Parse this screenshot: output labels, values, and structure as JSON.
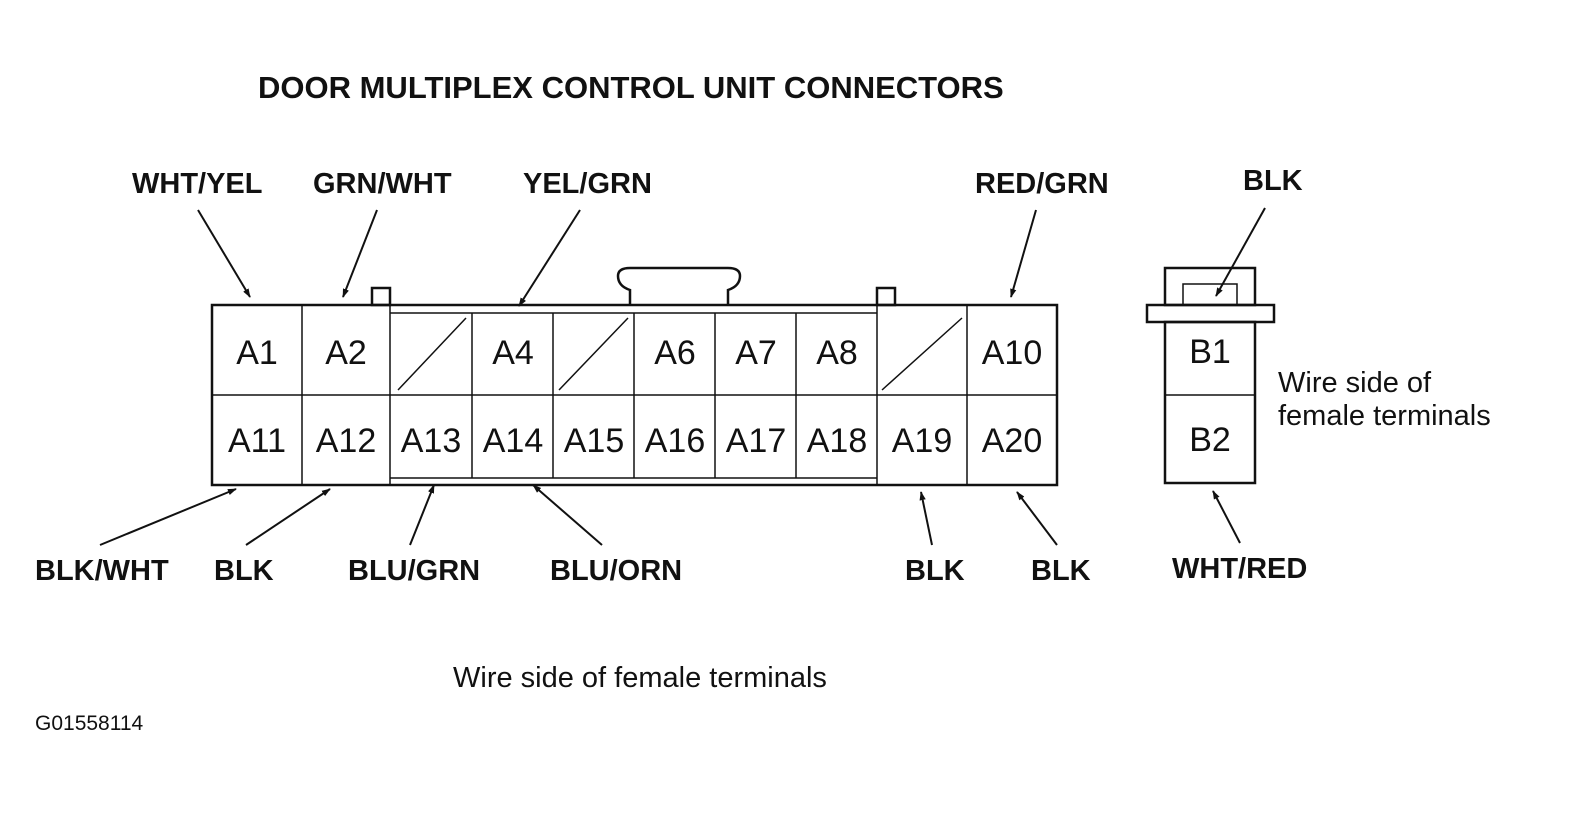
{
  "title": "DOOR MULTIPLEX CONTROL UNIT CONNECTORS",
  "connector_a": {
    "top_row": [
      "A1",
      "A2",
      "",
      "A4",
      "",
      "A6",
      "A7",
      "A8",
      "",
      "A10"
    ],
    "bottom_row": [
      "A11",
      "A12",
      "A13",
      "A14",
      "A15",
      "A16",
      "A17",
      "A18",
      "A19",
      "A20"
    ],
    "top_wires": {
      "a1": "WHT/YEL",
      "a2": "GRN/WHT",
      "a4": "YEL/GRN",
      "a10": "RED/GRN"
    },
    "bottom_wires": {
      "a11": "BLK/WHT",
      "a12": "BLK",
      "a13": "BLU/GRN",
      "a14": "BLU/ORN",
      "a19": "BLK",
      "a20": "BLK"
    },
    "caption": "Wire side of female terminals"
  },
  "connector_b": {
    "terminals": [
      "B1",
      "B2"
    ],
    "top_wire": "BLK",
    "bottom_wire": "WHT/RED",
    "caption_line1": "Wire side of",
    "caption_line2": "female terminals"
  },
  "figure_id": "G01558114"
}
